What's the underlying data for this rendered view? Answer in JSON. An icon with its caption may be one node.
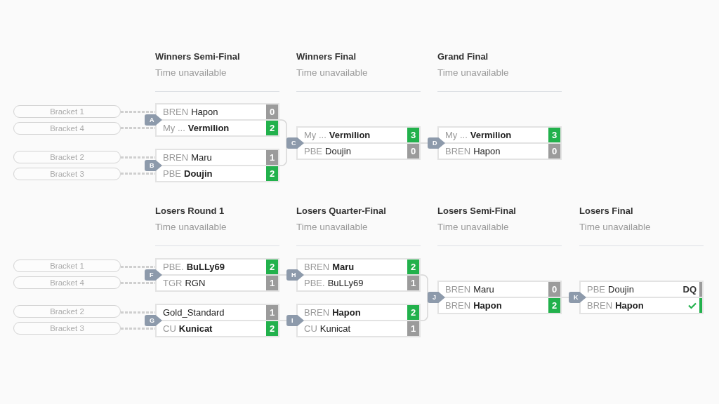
{
  "diagram": {
    "nodes": [
      {
        "text": [
          "Bracket 1"
        ]
      },
      {
        "text": [
          "Bracket 4"
        ]
      },
      {
        "text": [
          "A"
        ]
      },
      {
        "text": [],
        "shape": "box"
      },
      {
        "text": [
          "BREN",
          "Hapon"
        ],
        "in": 3
      },
      {
        "text": [
          "0"
        ],
        "in": 4
      },
      {
        "text": [
          "My ...",
          "Vermilion"
        ],
        "in": 3
      },
      {
        "text": [
          "2"
        ],
        "in": 6
      },
      {
        "text": [
          "Bracket 2"
        ]
      },
      {
        "text": [
          "Bracket 3"
        ]
      },
      {
        "text": [
          "B"
        ]
      },
      {
        "text": [],
        "shape": "box"
      },
      {
        "text": [
          "BREN",
          "Maru"
        ],
        "in": 11
      },
      {
        "text": [
          "1"
        ],
        "in": 12
      },
      {
        "text": [
          "PBE",
          "Doujin"
        ],
        "in": 11
      },
      {
        "text": [
          "2"
        ],
        "in": 14
      },
      {
        "text": [
          "C"
        ]
      },
      {
        "text": [],
        "shape": "box"
      },
      {
        "text": [
          "My ...",
          "Vermilion"
        ],
        "in": 17
      },
      {
        "text": [
          "3"
        ],
        "in": 18
      },
      {
        "text": [
          "PBE",
          "Doujin"
        ],
        "in": 17
      },
      {
        "text": [
          "0"
        ],
        "in": 20
      },
      {
        "text": [
          "D"
        ]
      },
      {
        "text": [],
        "shape": "box"
      },
      {
        "text": [
          "My ...",
          "Vermilion"
        ],
        "in": 23
      },
      {
        "text": [
          "3"
        ],
        "in": 24
      },
      {
        "text": [
          "BREN",
          "Hapon"
        ],
        "in": 23
      },
      {
        "text": [
          "0"
        ],
        "in": 26
      },
      {
        "text": [
          "Bracket 1"
        ]
      },
      {
        "text": [
          "Bracket 4"
        ]
      },
      {
        "text": [
          "F"
        ]
      },
      {
        "text": [],
        "shape": "box"
      },
      {
        "text": [
          "PBE.",
          "BuLLy69"
        ],
        "in": 31
      },
      {
        "text": [
          "2"
        ],
        "in": 32
      },
      {
        "text": [
          "TGR",
          "RGN"
        ],
        "in": 31
      },
      {
        "text": [
          "1"
        ],
        "in": 34
      },
      {
        "text": [
          "Bracket 2"
        ]
      },
      {
        "text": [
          "Bracket 3"
        ]
      },
      {
        "text": [
          "G"
        ]
      },
      {
        "text": [],
        "shape": "box"
      },
      {
        "text": [
          "Gold_Standard"
        ],
        "in": 39
      },
      {
        "text": [
          "1"
        ],
        "in": 40
      },
      {
        "text": [
          "CU",
          "Kunicat"
        ],
        "in": 39
      },
      {
        "text": [
          "2"
        ],
        "in": 42
      },
      {
        "text": [
          "H"
        ]
      },
      {
        "text": [],
        "shape": "box"
      },
      {
        "text": [
          "BREN",
          "Maru"
        ],
        "in": 45
      },
      {
        "text": [
          "2"
        ],
        "in": 46
      },
      {
        "text": [
          "PBE.",
          "BuLLy69"
        ],
        "in": 45
      },
      {
        "text": [
          "1"
        ],
        "in": 48
      },
      {
        "text": [
          "I"
        ]
      },
      {
        "text": [],
        "shape": "box"
      },
      {
        "text": [
          "BREN",
          "Hapon"
        ],
        "in": 51
      },
      {
        "text": [
          "2"
        ],
        "in": 52
      },
      {
        "text": [
          "CU",
          "Kunicat"
        ],
        "in": 51
      },
      {
        "text": [
          "1"
        ],
        "in": 54
      },
      {
        "text": [
          "J"
        ]
      },
      {
        "text": [],
        "shape": "box"
      },
      {
        "text": [
          "BREN",
          "Maru"
        ],
        "in": 57
      },
      {
        "text": [
          "0"
        ],
        "in": 58
      },
      {
        "text": [
          "BREN",
          "Hapon"
        ],
        "in": 57
      },
      {
        "text": [
          "2"
        ],
        "in": 60
      },
      {
        "text": [
          "K"
        ]
      },
      {
        "text": [],
        "shape": "box"
      },
      {
        "text": [
          "PBE",
          "Doujin"
        ],
        "in": 63
      },
      {
        "text": [
          "DQ"
        ],
        "in": 64
      },
      {
        "text": [
          "BREN",
          "Hapon"
        ],
        "in": 63
      },
      {
        "text": [],
        "shape": "check",
        "in": 66
      }
    ],
    "edges": [
      {
        "from": 0,
        "to": 4,
        "arrow": "none",
        "style": "dashed"
      },
      {
        "from": 1,
        "to": 6,
        "arrow": "none",
        "style": "dashed"
      },
      {
        "from": 8,
        "to": 12,
        "arrow": "none",
        "style": "dashed"
      },
      {
        "from": 9,
        "to": 14,
        "arrow": "none",
        "style": "dashed"
      },
      {
        "from": 3,
        "to": 16,
        "arrow": "none"
      },
      {
        "from": 11,
        "to": 16,
        "arrow": "none"
      },
      {
        "from": 17,
        "to": 22,
        "arrow": "none"
      },
      {
        "from": 28,
        "to": 32,
        "arrow": "none",
        "style": "dashed"
      },
      {
        "from": 29,
        "to": 34,
        "arrow": "none",
        "style": "dashed"
      },
      {
        "from": 36,
        "to": 40,
        "arrow": "none",
        "style": "dashed"
      },
      {
        "from": 37,
        "to": 42,
        "arrow": "none",
        "style": "dashed"
      },
      {
        "from": 31,
        "to": 44,
        "arrow": "none"
      },
      {
        "from": 39,
        "to": 50,
        "arrow": "none"
      },
      {
        "from": 45,
        "to": 56,
        "arrow": "none"
      },
      {
        "from": 51,
        "to": 56,
        "arrow": "none"
      },
      {
        "from": 57,
        "to": 62,
        "arrow": "none"
      }
    ],
    "labels": [
      "Winners Semi-Final",
      "Time unavailable",
      "Winners Final",
      "Time unavailable",
      "Grand Final",
      "Time unavailable",
      "Losers Round 1",
      "Time unavailable",
      "Losers Quarter-Final",
      "Time unavailable",
      "Losers Semi-Final",
      "Time unavailable",
      "Losers Final",
      "Time unavailable"
    ]
  }
}
